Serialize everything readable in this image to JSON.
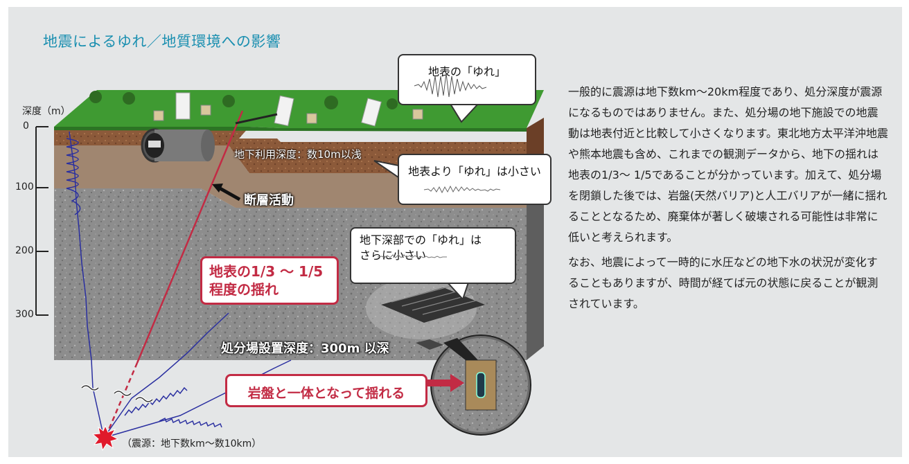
{
  "title": "地震によるゆれ／地質環境への影響",
  "axis": {
    "label": "深度（m）",
    "ticks": [
      "0",
      "100",
      "200",
      "300"
    ]
  },
  "callouts": {
    "surface_shaking": "地表の「ゆれ」",
    "smaller_than_surface": "地表より「ゆれ」は小さい",
    "deep_line1": "地下深部での「ゆれ」は",
    "deep_line2": "さらに小さい"
  },
  "labels": {
    "underground_use": "地下利用深度：数10m以浅",
    "fault": "断層活動",
    "disposal_depth": "処分場設置深度：300m 以深",
    "epicenter": "（震源：地下数km〜数10km）"
  },
  "red_boxes": {
    "ratio_line1": "地表の1/3 〜 1/5",
    "ratio_line2": "程度の揺れ",
    "bedrock": "岩盤と一体となって揺れる"
  },
  "text": {
    "para1": "一般的に震源は地下数km〜20km程度であり、処分深度が震源になるものではありません。また、処分場の地下施設での地震動は地表付近と比較して小さくなります。東北地方太平洋沖地震や熊本地震も含め、これまでの観測データから、地下の揺れは地表の1/3〜 1/5であることが分かっています。加えて、処分場を閉鎖した後では、岩盤(天然バリア)と人工バリアが一緒に揺れることとなるため、廃棄体が著しく破壊される可能性は非常に低いと考えられます。",
    "para2": "なお、地震によって一時的に水圧などの地下水の状況が変化することもありますが、時間が経てば元の状態に戻ることが観測されています。"
  },
  "colors": {
    "panel": "#e4e6e7",
    "title": "#1a8fb0",
    "accent_red": "#c22b44",
    "wave_blue": "#2a2fa0"
  }
}
